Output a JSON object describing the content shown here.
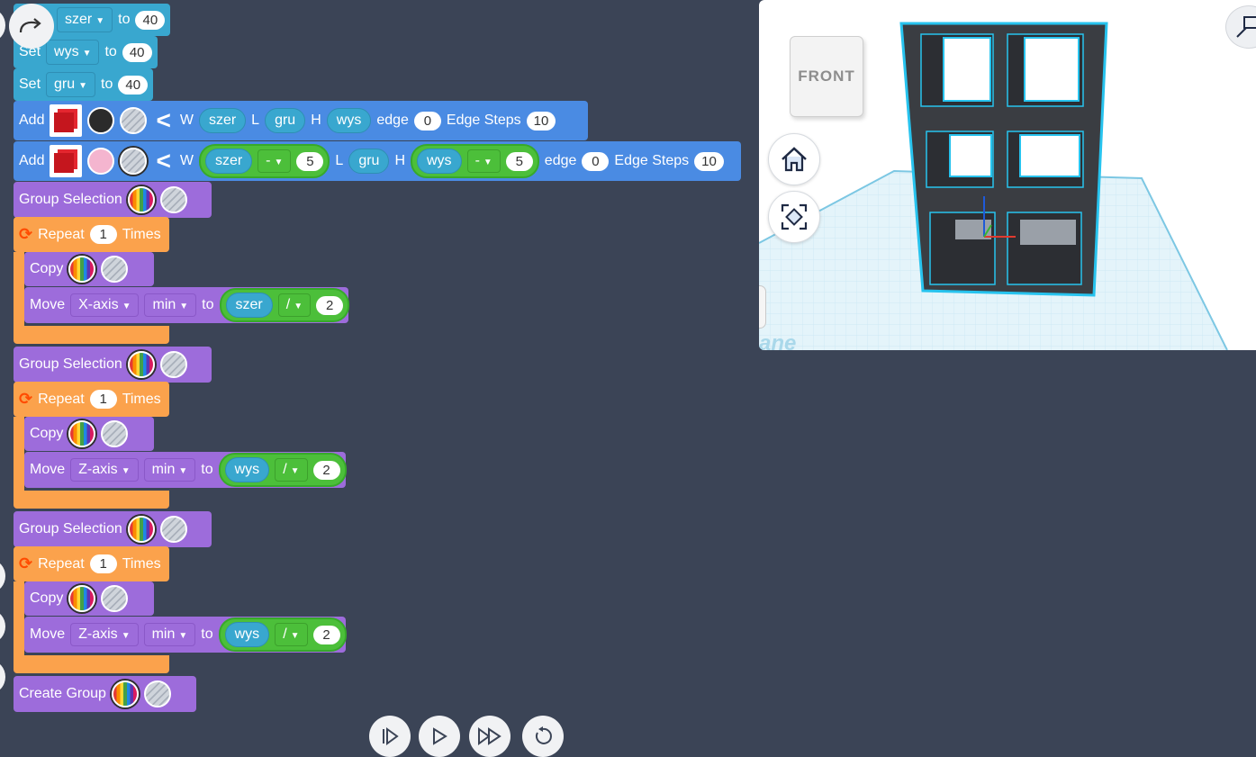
{
  "set_blocks": [
    {
      "prefix": "",
      "var": "szer",
      "to": "to",
      "value": "40"
    },
    {
      "prefix": "Set",
      "var": "wys",
      "to": "to",
      "value": "40"
    },
    {
      "prefix": "Set",
      "var": "gru",
      "to": "to",
      "value": "40"
    }
  ],
  "add1": {
    "label": "Add",
    "w": "W",
    "w_var": "szer",
    "l": "L",
    "l_var": "gru",
    "h": "H",
    "h_var": "wys",
    "edge_label": "edge",
    "edge": "0",
    "steps_label": "Edge Steps",
    "steps": "10"
  },
  "add2": {
    "label": "Add",
    "w": "W",
    "w_var": "szer",
    "w_op": "-",
    "w_num": "5",
    "l": "L",
    "l_var": "gru",
    "h": "H",
    "h_var": "wys",
    "h_op": "-",
    "h_num": "5",
    "edge_label": "edge",
    "edge": "0",
    "steps_label": "Edge Steps",
    "steps": "10"
  },
  "group_selection_label": "Group Selection",
  "repeat": {
    "label": "Repeat",
    "count": "1",
    "times": "Times"
  },
  "copy_label": "Copy",
  "move_label": "Move",
  "move_blocks": [
    {
      "axis": "X-axis",
      "anchor": "min",
      "to": "to",
      "var": "szer",
      "op": "/",
      "num": "2"
    },
    {
      "axis": "Z-axis",
      "anchor": "min",
      "to": "to",
      "var": "wys",
      "op": "/",
      "num": "2"
    },
    {
      "axis": "Z-axis",
      "anchor": "min",
      "to": "to",
      "var": "wys",
      "op": "/",
      "num": "2"
    }
  ],
  "create_group_label": "Create Group",
  "viewcube_label": "FRONT",
  "workplane_label": "ane",
  "colors": {
    "background": "#3b4456",
    "set": "#39a7cf",
    "add": "#4a8be3",
    "group": "#9d6cdb",
    "repeat": "#fba24c",
    "math": "#4cbf3a"
  }
}
